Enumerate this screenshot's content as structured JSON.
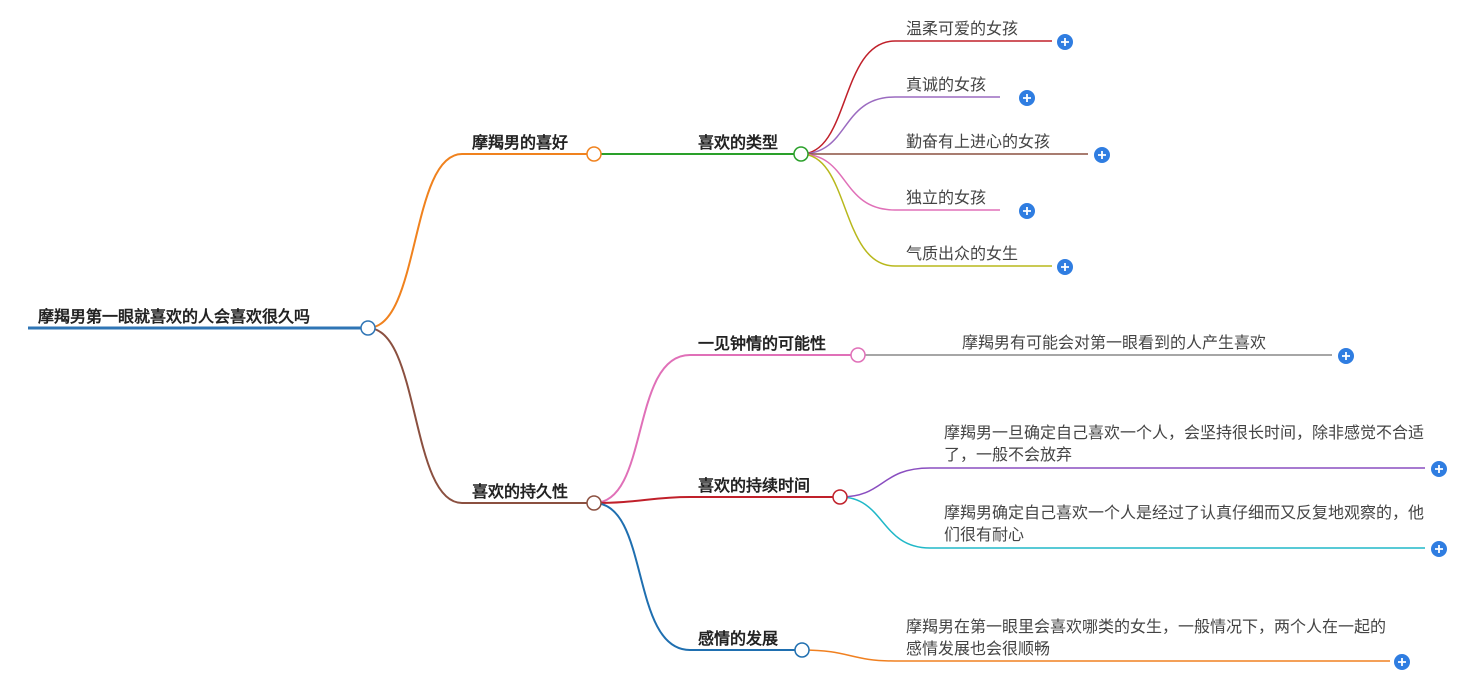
{
  "root": {
    "label": "摩羯男第一眼就喜欢的人会喜欢很久吗"
  },
  "branch_1": {
    "label": "摩羯男的喜好",
    "sub_1": {
      "label": "喜欢的类型",
      "leaves": [
        "温柔可爱的女孩",
        "真诚的女孩",
        "勤奋有上进心的女孩",
        "独立的女孩",
        "气质出众的女生"
      ]
    }
  },
  "branch_2": {
    "label": "喜欢的持久性",
    "sub_1": {
      "label": "一见钟情的可能性",
      "leaf": "摩羯男有可能会对第一眼看到的人产生喜欢"
    },
    "sub_2": {
      "label": "喜欢的持续时间",
      "leaf_1": "摩羯男一旦确定自己喜欢一个人，会坚持很长时间，除非感觉不合适了，一般不会放弃",
      "leaf_2": "摩羯男确定自己喜欢一个人是经过了认真仔细而又反复地观察的，他们很有耐心"
    },
    "sub_3": {
      "label": "感情的发展",
      "leaf": "摩羯男在第一眼里会喜欢哪类的女生，一般情况下，两个人在一起的感情发展也会很顺畅"
    }
  },
  "colors": {
    "root_line": "#2f75b5",
    "branch_1": "#f0821e",
    "branch_2": "#8b5040",
    "sub_type": "#2aa02a",
    "leaf_1": "#c0202a",
    "leaf_2": "#9b6bc0",
    "leaf_3": "#8b5040",
    "leaf_4": "#e070b8",
    "leaf_5": "#b8b81c",
    "sub_once": "#e070b8",
    "leaf_once": "#888888",
    "sub_duration": "#c0202a",
    "leaf_dur_1": "#8a4ec0",
    "leaf_dur_2": "#20b8c8",
    "sub_develop": "#1f6fb0",
    "leaf_develop": "#f08020",
    "expand": "#2f7de1"
  },
  "icons": {
    "expand": "plus-circle-icon"
  }
}
